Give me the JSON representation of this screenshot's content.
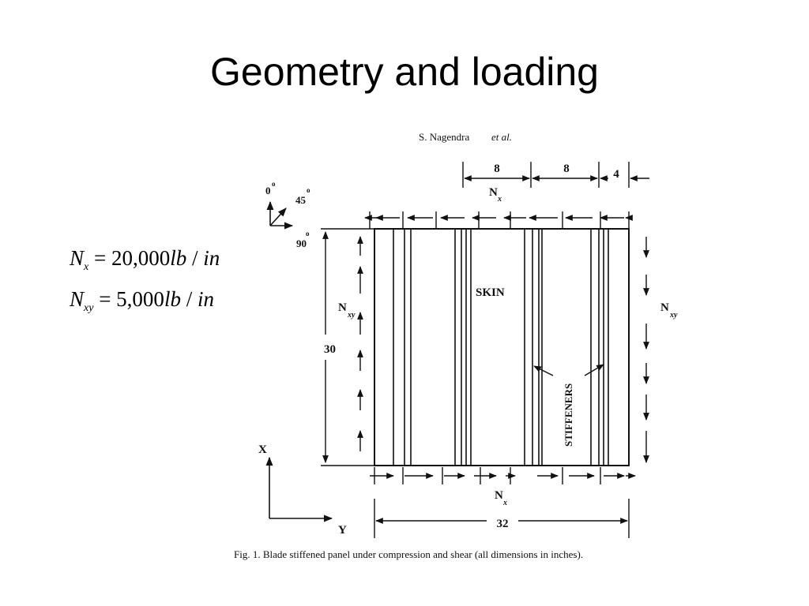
{
  "slide": {
    "title": "Geometry and loading"
  },
  "equations": [
    {
      "symbol": "N",
      "subscript": "x",
      "rhs": "= 20,000",
      "unit_lb": "lb",
      "slash": " / ",
      "unit_in": "in"
    },
    {
      "symbol": "N",
      "subscript": "xy",
      "rhs": "= 5,000",
      "unit_lb": "lb",
      "slash": " / ",
      "unit_in": "in"
    }
  ],
  "figure": {
    "header": {
      "author": "S. Nagendra",
      "etal": "et al."
    },
    "dims": {
      "top_a": "8",
      "top_b": "8",
      "top_c": "4",
      "height": "30",
      "width": "32"
    },
    "loads": {
      "n_top": "N",
      "n_top_sub": "x",
      "n_bottom": "N",
      "n_bottom_sub": "x",
      "nxy_left": "N",
      "nxy_left_sub": "xy",
      "nxy_right": "N",
      "nxy_right_sub": "xy"
    },
    "ply_labels": {
      "p0": "0",
      "p45": "45",
      "p90": "90",
      "deg": "o"
    },
    "labels": {
      "skin": "SKIN",
      "stiffeners": "STIFFENERS"
    },
    "axes": {
      "x": "X",
      "y": "Y"
    },
    "caption": "Fig. 1. Blade stiffened panel under compression and shear (all dimensions in inches)."
  }
}
